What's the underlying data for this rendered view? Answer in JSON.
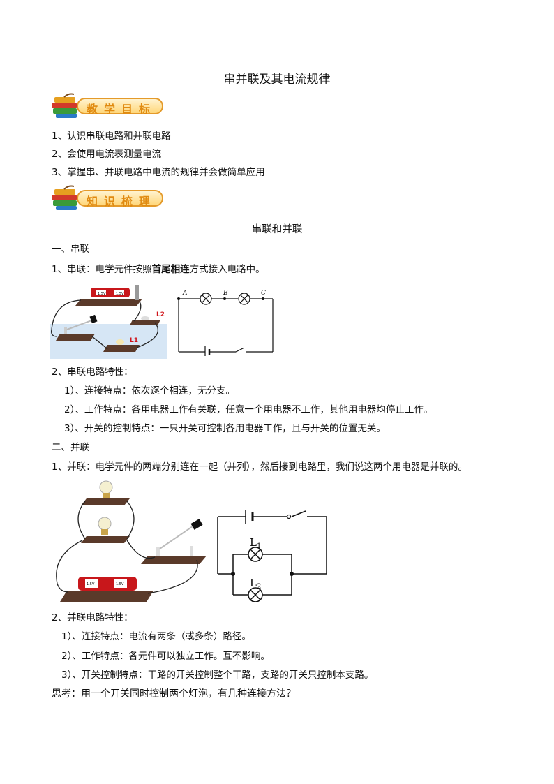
{
  "title": "串并联及其电流规律",
  "section_goals": {
    "banner": "教学目标",
    "items": [
      "1、认识串联电路和并联电路",
      "2、会使用电流表测量电流",
      "3、掌握串、并联电路中电流的规律并会做简单应用"
    ]
  },
  "section_knowledge": {
    "banner": "知识梳理"
  },
  "subtitle": "串联和并联",
  "series": {
    "heading": "一、串联",
    "def_prefix": "1、串联：电学元件按照",
    "def_bold": "首尾相连",
    "def_suffix": "方式接入电路中。",
    "photo_labels": {
      "l1": "L1",
      "l2": "L2",
      "battery": "1.5V"
    },
    "diagram_labels": {
      "a": "A",
      "b": "B",
      "c": "C"
    },
    "props_heading": "2、串联电路特性：",
    "props": [
      "1）、连接特点：依次逐个相连，无分支。",
      "2）、工作特点：各用电器工作有关联，任意一个用电器不工作，其他用电器均停止工作。",
      "3）、开关的控制特点：一只开关可控制各用电器工作，且与开关的位置无关。"
    ]
  },
  "parallel": {
    "heading": "二、并联",
    "def": "1、并联：电学元件的两端分别连在一起（并列），然后接到电路里，我们说这两个用电器是并联的。",
    "photo_labels": {
      "battery": "1.5V"
    },
    "diagram_labels": {
      "l1": "L",
      "l1_sub": "1",
      "l2": "L",
      "l2_sub": "2"
    },
    "props_heading": "2、并联电路特性：",
    "props": [
      "1）、连接特点：电流有两条（或多条）路径。",
      "2）、工作特点：各元件可以独立工作。互不影响。",
      "3）、开关控制特点：干路的开关控制整个干路，支路的开关只控制本支路。"
    ],
    "think": "思考：用一个开关同时控制两个灯泡，有几种连接方法？"
  },
  "colors": {
    "banner_text": "#e08a10",
    "banner_border": "#e49a2a",
    "board": "#5a3a2a",
    "battery": "#c8171b"
  }
}
